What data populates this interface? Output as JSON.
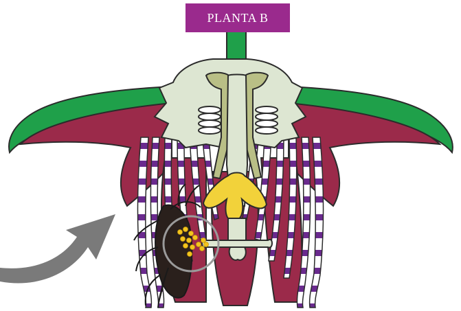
{
  "diagram": {
    "plant_label": "PLANTA B"
  },
  "colors": {
    "label_bg": "#9a2a8d",
    "stem": "#1fa04a",
    "sepal_outer": "#1fa04a",
    "petal": "#9b2a4a",
    "corona": "#dde6d2",
    "column": "#b9bf86",
    "filament_band": "#6a2a8e",
    "stigma": "#f2d23a",
    "pollen": "#f3c41e",
    "bee": "#2a201c",
    "arrow": "#7a7a7a",
    "circle": "#9a9a9a"
  },
  "icons": [
    "bee-pollinator-icon",
    "flower-diagram",
    "pollen-highlight-circle",
    "incoming-arrow-icon"
  ]
}
